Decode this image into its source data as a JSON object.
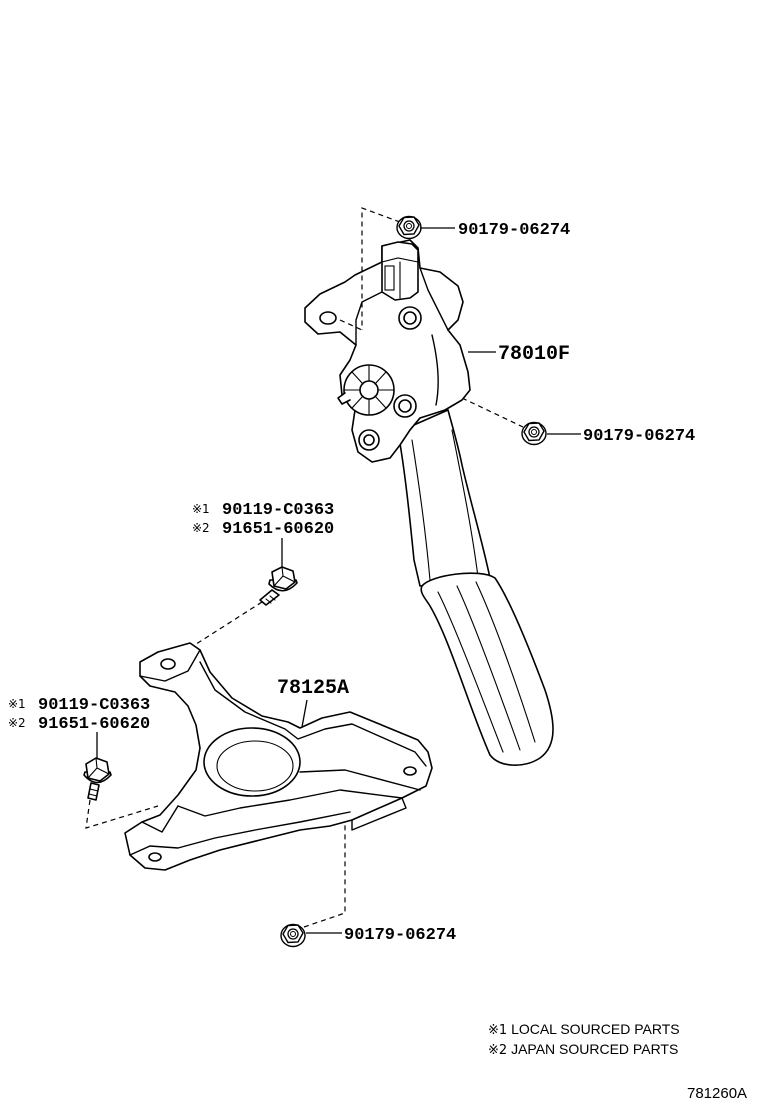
{
  "callouts": {
    "nut_top": "90179-06274",
    "pedal_assembly": "78010F",
    "nut_right": "90179-06274",
    "bolt_upper": [
      {
        "marker": "※1",
        "number": "90119-C0363"
      },
      {
        "marker": "※2",
        "number": "91651-60620"
      }
    ],
    "bracket": "78125A",
    "bolt_left": [
      {
        "marker": "※1",
        "number": "90119-C0363"
      },
      {
        "marker": "※2",
        "number": "91651-60620"
      }
    ],
    "nut_bottom": "90179-06274"
  },
  "notes": [
    {
      "marker": "※1",
      "text": "LOCAL SOURCED PARTS"
    },
    {
      "marker": "※2",
      "text": "JAPAN SOURCED PARTS"
    }
  ],
  "diagram_code": "781260A"
}
